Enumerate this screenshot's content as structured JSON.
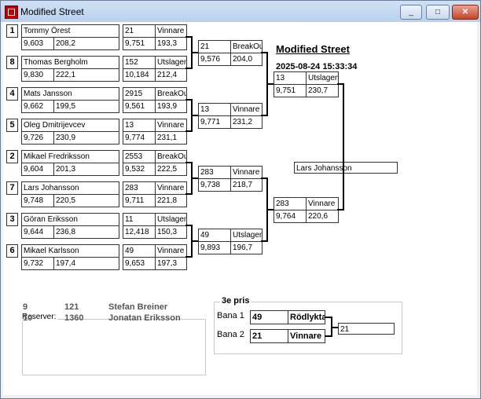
{
  "window": {
    "title": "Modified Street",
    "min_label": "_",
    "max_label": "□",
    "close_label": "✕"
  },
  "header": {
    "title": "Modified Street",
    "datetime": "2025-08-24 15:33:34"
  },
  "drivers": [
    {
      "seed": "1",
      "name": "Tommy Örest",
      "rt": "9,603",
      "speed": "208,2"
    },
    {
      "seed": "8",
      "name": "Thomas  Bergholm",
      "rt": "9,830",
      "speed": "222,1"
    },
    {
      "seed": "4",
      "name": "Mats Jansson",
      "rt": "9,662",
      "speed": "199,5"
    },
    {
      "seed": "5",
      "name": "Oleg Dmitrijevcev",
      "rt": "9,726",
      "speed": "230,9"
    },
    {
      "seed": "2",
      "name": "Mikael Fredriksson",
      "rt": "9,604",
      "speed": "201,3"
    },
    {
      "seed": "7",
      "name": "Lars Johansson",
      "rt": "9,748",
      "speed": "220,5"
    },
    {
      "seed": "3",
      "name": "Göran Eriksson",
      "rt": "9,644",
      "speed": "236,8"
    },
    {
      "seed": "6",
      "name": "Mikael Karlsson",
      "rt": "9,732",
      "speed": "197,4"
    }
  ],
  "round1": [
    {
      "num": "21",
      "status": "Vinnare",
      "et": "9,751",
      "speed": "193,3"
    },
    {
      "num": "152",
      "status": "Utslagen",
      "et": "10,184",
      "speed": "212,4"
    },
    {
      "num": "2915",
      "status": "BreakOut",
      "et": "9,561",
      "speed": "193,9"
    },
    {
      "num": "13",
      "status": "Vinnare",
      "et": "9,774",
      "speed": "231,1"
    },
    {
      "num": "2553",
      "status": "BreakOut",
      "et": "9,532",
      "speed": "222,5"
    },
    {
      "num": "283",
      "status": "Vinnare",
      "et": "9,711",
      "speed": "221,8"
    },
    {
      "num": "11",
      "status": "Utslagen",
      "et": "12,418",
      "speed": "150,3"
    },
    {
      "num": "49",
      "status": "Vinnare",
      "et": "9,653",
      "speed": "197,3"
    }
  ],
  "round2": [
    {
      "num": "21",
      "status": "BreakOut",
      "et": "9,576",
      "speed": "204,0"
    },
    {
      "num": "13",
      "status": "Vinnare",
      "et": "9,771",
      "speed": "231,2"
    },
    {
      "num": "283",
      "status": "Vinnare",
      "et": "9,738",
      "speed": "218,7"
    },
    {
      "num": "49",
      "status": "Utslagen",
      "et": "9,893",
      "speed": "196,7"
    }
  ],
  "round3": [
    {
      "num": "13",
      "status": "Utslagen",
      "et": "9,751",
      "speed": "230,7"
    },
    {
      "num": "283",
      "status": "Vinnare",
      "et": "9,764",
      "speed": "220,6"
    }
  ],
  "winner": "Lars Johansson",
  "reserves": {
    "label": "Reserver:",
    "rows": [
      {
        "pos": "9",
        "num": "121",
        "name": "Stefan Breiner"
      },
      {
        "pos": "10",
        "num": "1360",
        "name": "Jonatan Eriksson"
      }
    ]
  },
  "third_place": {
    "label": "3e pris",
    "lane1_label": "Bana 1",
    "lane2_label": "Bana 2",
    "lane1": {
      "num": "49",
      "status": "Rödlykta"
    },
    "lane2": {
      "num": "21",
      "status": "Vinnare"
    },
    "result": "21"
  }
}
